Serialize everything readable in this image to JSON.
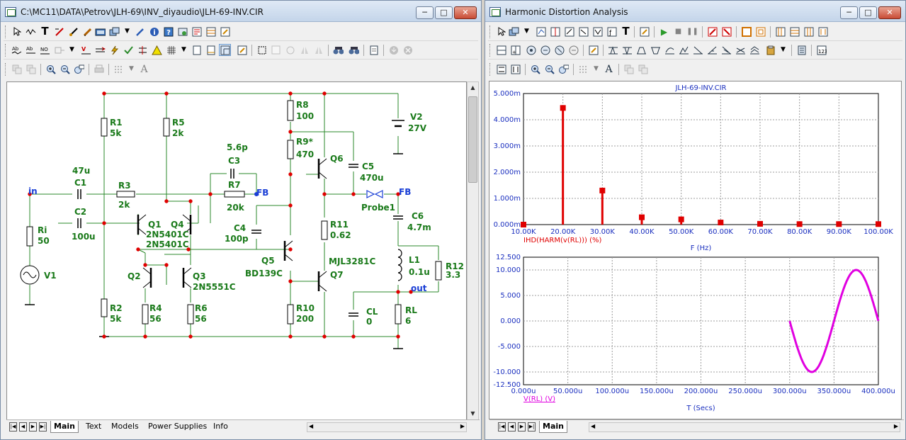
{
  "left_window": {
    "title": "C:\\MC11\\DATA\\Petrov\\JLH-69\\INV_diyaudio\\JLH-69-INV.CIR",
    "window_buttons": {
      "minimize": "─",
      "maximize": "□",
      "close": "✕"
    },
    "tabs": [
      "Main",
      "Text",
      "Models",
      "Power Supplies",
      "Info"
    ],
    "active_tab": "Main"
  },
  "schematic": {
    "wire_color": "#2b8a2b",
    "label_color": "#1a7a1a",
    "node_color": "#e00000",
    "components": [
      {
        "ref": "R1",
        "value": "5k"
      },
      {
        "ref": "R2",
        "value": "5k"
      },
      {
        "ref": "R3",
        "value": "2k"
      },
      {
        "ref": "R4",
        "value": "56"
      },
      {
        "ref": "R5",
        "value": "2k"
      },
      {
        "ref": "R6",
        "value": "56"
      },
      {
        "ref": "R7",
        "value": "20k"
      },
      {
        "ref": "R8",
        "value": "100"
      },
      {
        "ref": "R9*",
        "value": "470"
      },
      {
        "ref": "R10",
        "value": "200"
      },
      {
        "ref": "R11",
        "value": "0.62"
      },
      {
        "ref": "R12",
        "value": "3.3"
      },
      {
        "ref": "Ri",
        "value": "50"
      },
      {
        "ref": "RL",
        "value": "6"
      },
      {
        "ref": "C1",
        "value": "47u"
      },
      {
        "ref": "C2",
        "value": "100u"
      },
      {
        "ref": "C3",
        "value": "5.6p"
      },
      {
        "ref": "C4",
        "value": "100p"
      },
      {
        "ref": "C5",
        "value": "470u"
      },
      {
        "ref": "C6",
        "value": "4.7m"
      },
      {
        "ref": "CL",
        "value": "0"
      },
      {
        "ref": "L1",
        "value": "0.1u"
      },
      {
        "ref": "V1",
        "value": ""
      },
      {
        "ref": "V2",
        "value": "27V"
      },
      {
        "ref": "Q1",
        "value": "2N5401C"
      },
      {
        "ref": "Q4",
        "value": "2N5401C"
      },
      {
        "ref": "Q2",
        "value": ""
      },
      {
        "ref": "Q3",
        "value": "2N5551C"
      },
      {
        "ref": "Q5",
        "value": "BD139C"
      },
      {
        "ref": "Q6",
        "value": ""
      },
      {
        "ref": "Q7",
        "value": "MJL3281C"
      }
    ],
    "node_labels": {
      "in": "in",
      "fb_left": "FB",
      "fb_right": "FB",
      "out": "out",
      "probe": "Probe1"
    }
  },
  "right_window": {
    "title": "Harmonic Distortion Analysis",
    "window_buttons": {
      "minimize": "─",
      "maximize": "□",
      "close": "✕"
    },
    "tabs": [
      "Main"
    ],
    "active_tab": "Main"
  },
  "chart_data": [
    {
      "type": "bar",
      "title": "JLH-69-INV.CIR",
      "xlabel": "F (Hz)",
      "series": [
        {
          "name": "IHD(HARM(v(RL))) (%)",
          "color": "#e00000"
        }
      ],
      "x": [
        10000,
        20000,
        30000,
        40000,
        50000,
        60000,
        70000,
        80000,
        90000,
        100000
      ],
      "values": [
        0.0,
        4.45,
        1.3,
        0.28,
        0.2,
        0.08,
        0.03,
        0.02,
        0.02,
        0.02
      ],
      "xlim": [
        10000,
        100000
      ],
      "ylim": [
        0,
        5.0
      ],
      "x_ticks": [
        "10.00K",
        "20.00K",
        "30.00K",
        "40.00K",
        "50.00K",
        "60.00K",
        "70.00K",
        "80.00K",
        "90.00K",
        "100.00K"
      ],
      "y_ticks": [
        "0.000m",
        "1.000m",
        "2.000m",
        "3.000m",
        "4.000m",
        "5.000m"
      ],
      "grid": true
    },
    {
      "type": "line",
      "xlabel": "T (Secs)",
      "series": [
        {
          "name": "V(RL) (V)",
          "color": "#e000e0",
          "amplitude": 10,
          "period_us": 100,
          "x_start_us": 300,
          "x_end_us": 400,
          "value_at_start": 0
        }
      ],
      "xlim": [
        0,
        400
      ],
      "ylim": [
        -12.5,
        12.5
      ],
      "x_ticks": [
        "0.000u",
        "50.000u",
        "100.000u",
        "150.000u",
        "200.000u",
        "250.000u",
        "300.000u",
        "350.000u",
        "400.000u"
      ],
      "y_ticks": [
        "12.500",
        "10.000",
        "5.000",
        "0.000",
        "-5.000",
        "-10.000",
        "-12.500"
      ],
      "grid": true
    }
  ]
}
